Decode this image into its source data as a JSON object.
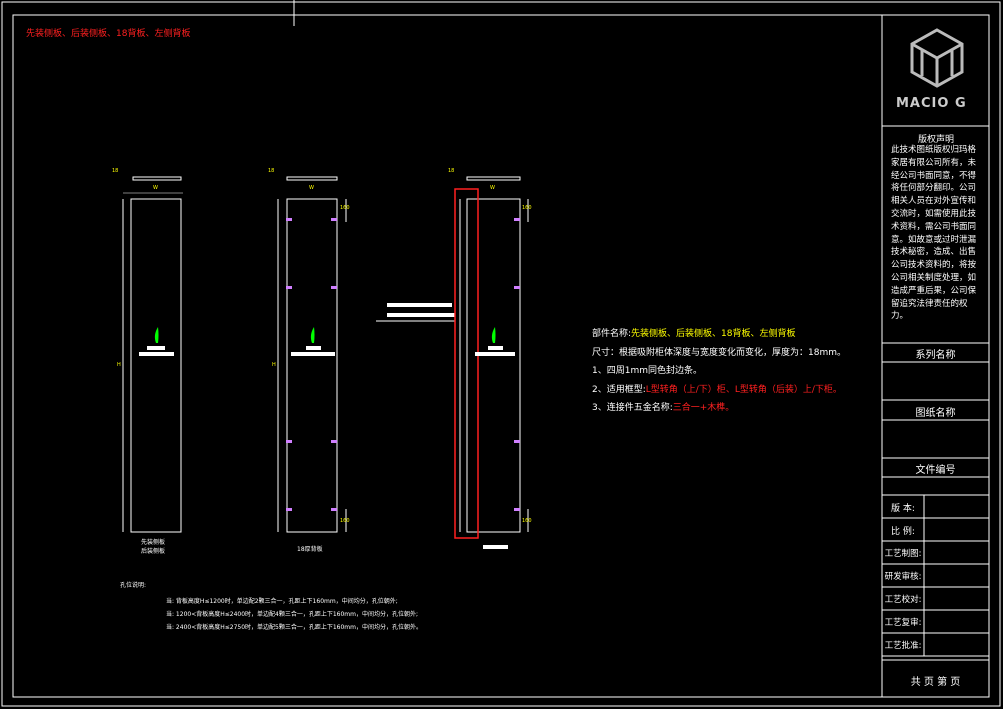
{
  "header_title": "先装侧板、后装侧板、18背板、左侧背板",
  "logo": {
    "text": "MACIO G"
  },
  "copyright": {
    "title": "版权声明",
    "body": "此技术图纸版权归玛格家居有限公司所有，未经公司书面同意，不得将任何部分翻印。公司相关人员在对外宣传和交流时，如需使用此技术资料，需公司书面同意。如故意或过时泄漏技术秘密，造成、出售公司技术资料的，将按公司相关制度处理，如造成严重后果，公司保留追究法律责任的权力。"
  },
  "title_block": {
    "series_name": "系列名称",
    "drawing_name": "图纸名称",
    "file_number": "文件编号",
    "version": "版  本:",
    "scale": "比  例:",
    "craft_draw": "工艺制图:",
    "rd_check": "研发审核:",
    "craft_check": "工艺校对:",
    "craft_review": "工艺复审:",
    "craft_approve": "工艺批准:",
    "pages": "共   页   第   页"
  },
  "views": {
    "view1_caption_1": "先装侧板",
    "view1_caption_2": "后装侧板",
    "view2_caption": "18厚背板"
  },
  "notes": {
    "line1_label": "部件名称:",
    "line1_value": "先装侧板、后装侧板、18背板、左侧背板",
    "line2": "尺寸：根据吸附柜体深度与宽度变化而变化，厚度为：18mm。",
    "line3": "1、四周1mm同色封边条。",
    "line4_label": "2、适用框型:",
    "line4_value": "L型转角（上/下）柜、L型转角（后装）上/下柜。",
    "line5_label": "3、连接件五金名称:",
    "line5_value": "三合一+木榫。"
  },
  "hole_notes": {
    "title": "孔位说明:",
    "line1": "当: 背板高度H≤1200时，单边配2颗三合一，孔距上下160mm，中间均分，孔位朝外;",
    "line2": "当: 1200<背板高度H≤2400时，单边配4颗三合一，孔距上下160mm，中间均分，孔位朝外;",
    "line3": "当: 2400<背板高度H≤2750时，单边配5颗三合一，孔距上下160mm，中间均分，孔位朝外。"
  },
  "dims": {
    "d18": "18",
    "d160": "160",
    "w": "W",
    "h": "H"
  },
  "colors": {
    "accent_red": "#ff2020",
    "yellow": "#ffff00",
    "green": "#00ff00",
    "frame": "#ffffff"
  }
}
